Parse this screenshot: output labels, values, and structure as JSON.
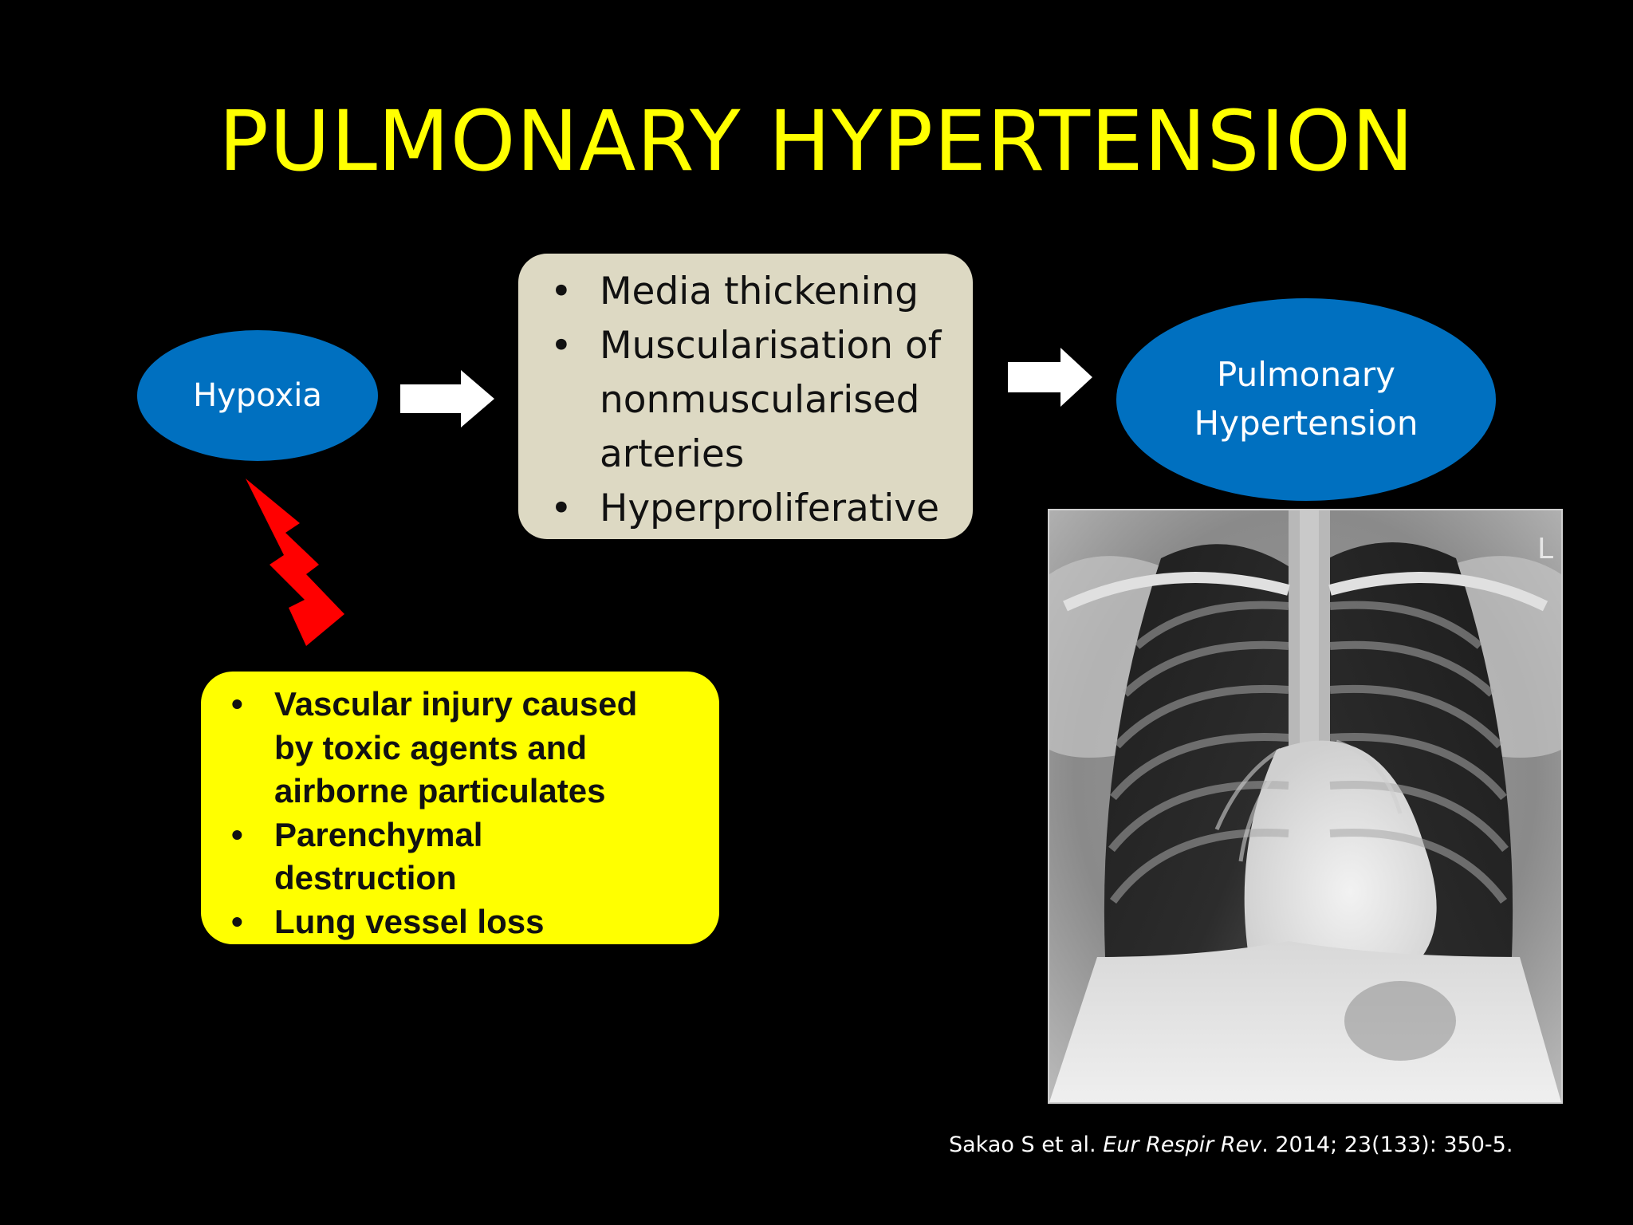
{
  "slide": {
    "title": "PULMONARY HYPERTENSION",
    "colors": {
      "background": "#000000",
      "title": "#FFFF00",
      "ellipse_fill": "#0070C0",
      "gray_box_fill": "#DDD9C3",
      "yellow_box_fill": "#FFFF00",
      "arrow_fill": "#FFFFFF",
      "lightning_fill": "#FF0000"
    }
  },
  "diagram": {
    "hypoxia_label": "Hypoxia",
    "mechanism_bullets": [
      "Media thickening",
      "Muscularisation of",
      "nonmuscularised",
      "arteries",
      "Hyperproliferative"
    ],
    "outcome_line1": "Pulmonary",
    "outcome_line2": "Hypertension",
    "injury_bullets": [
      "Vascular injury caused",
      "by toxic agents and",
      "airborne particulates",
      "Parenchymal",
      "destruction",
      "Lung vessel loss"
    ],
    "icons": {
      "arrow_1": "right-arrow-icon",
      "arrow_2": "right-arrow-icon",
      "lightning": "lightning-bolt-icon"
    }
  },
  "image": {
    "type": "chest-x-ray",
    "marker": "L"
  },
  "citation": {
    "authors": "Sakao S et al. ",
    "journal": "Eur Respir Rev",
    "details": ". 2014; 23(133): 350-5."
  }
}
